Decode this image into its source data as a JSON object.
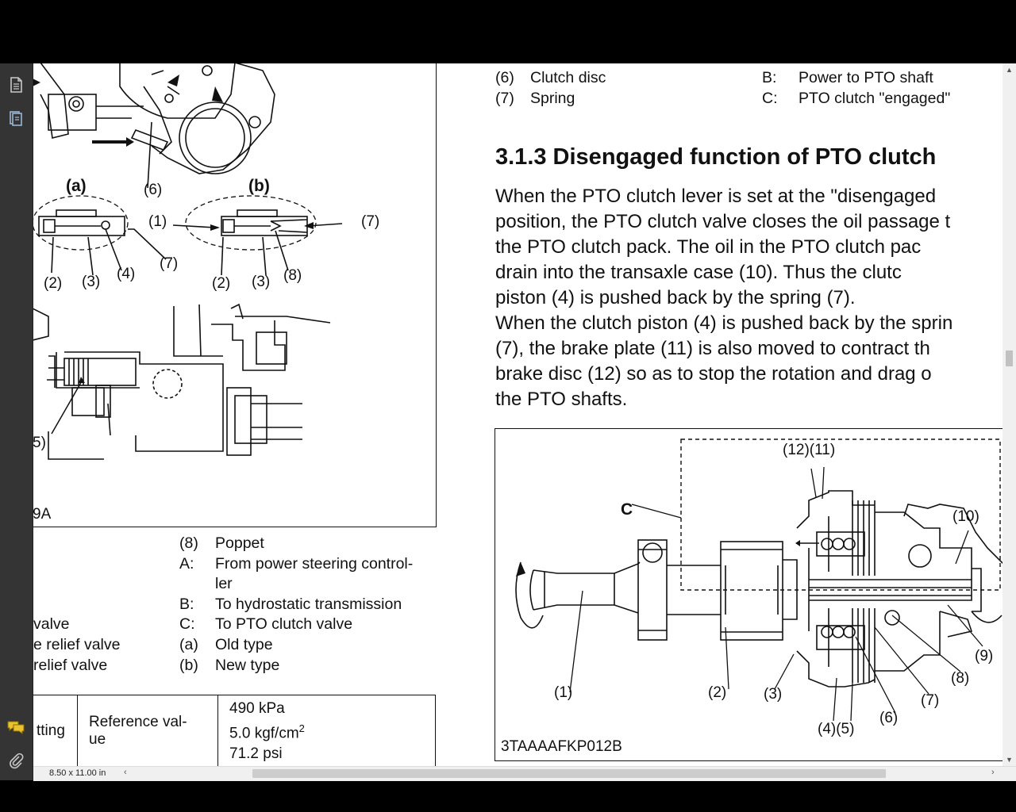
{
  "sidebar": {
    "pages_icon": "pages-icon",
    "bookmarks_icon": "bookmarks-icon",
    "comments_icon": "comments-icon",
    "attachments_icon": "attachments-icon"
  },
  "left_figure": {
    "callouts": {
      "top6": "(6)",
      "label_a": "(a)",
      "label_b": "(b)",
      "a2": "(2)",
      "a3": "(3)",
      "a4": "(4)",
      "a7": "(7)",
      "b1": "(1)",
      "b7": "(7)",
      "b2": "(2)",
      "b3": "(3)",
      "b8": "(8)",
      "cut5": "5)"
    },
    "code": "9A"
  },
  "left_legend": {
    "cut_lines": [
      "valve",
      "e relief valve",
      "relief valve"
    ],
    "items": [
      {
        "key": "(8)",
        "text": "Poppet"
      },
      {
        "key": "A:",
        "text": "From power steering control-"
      },
      {
        "key": "",
        "text": "ler"
      },
      {
        "key": "B:",
        "text": "To hydrostatic transmission"
      },
      {
        "key": "C:",
        "text": "To PTO clutch valve"
      },
      {
        "key": "(a)",
        "text": "Old type"
      },
      {
        "key": "(b)",
        "text": "New type"
      }
    ]
  },
  "spec_table": {
    "c1": "tting",
    "c2a": "Reference val-",
    "c2b": "ue",
    "v1": "490 kPa",
    "v2_base": "5.0 kgf/cm",
    "v2_sup": "2",
    "v3": "71.2 psi"
  },
  "right_top_legend": {
    "col1": [
      {
        "key": "(6)",
        "text": "Clutch disc"
      },
      {
        "key": "(7)",
        "text": "Spring"
      }
    ],
    "col2": [
      {
        "key": "B:",
        "text": "Power to PTO shaft"
      },
      {
        "key": "C:",
        "text": "PTO clutch \"engaged\""
      }
    ]
  },
  "section": {
    "heading": "3.1.3 Disengaged function of PTO clutch",
    "para1": [
      "When the PTO clutch lever is set at the \"disengaged",
      "position, the PTO clutch valve closes the oil passage t",
      "the PTO clutch pack. The oil in the PTO clutch pac",
      "drain into the transaxle case (10). Thus the clutc",
      "piston (4) is pushed back by the spring (7)."
    ],
    "para2": [
      "When the clutch piston (4) is pushed back by the sprin",
      "(7), the brake plate (11) is also moved to contract th",
      "brake disc (12) so as to stop the rotation and drag o",
      "the PTO shafts."
    ]
  },
  "right_figure": {
    "callouts": {
      "c12_11": "(12)(11)",
      "cC": "C",
      "c10": "(10)",
      "c9": "(9)",
      "c8": "(8)",
      "c7": "(7)",
      "c6": "(6)",
      "c4_5": "(4)(5)",
      "c3": "(3)",
      "c2": "(2)",
      "c1": "(1)"
    },
    "code": "3TAAAAFKP012B"
  },
  "statusbar": {
    "page_size": "8.50 x 11.00 in",
    "scroll_left": "‹",
    "scroll_right": "›"
  }
}
